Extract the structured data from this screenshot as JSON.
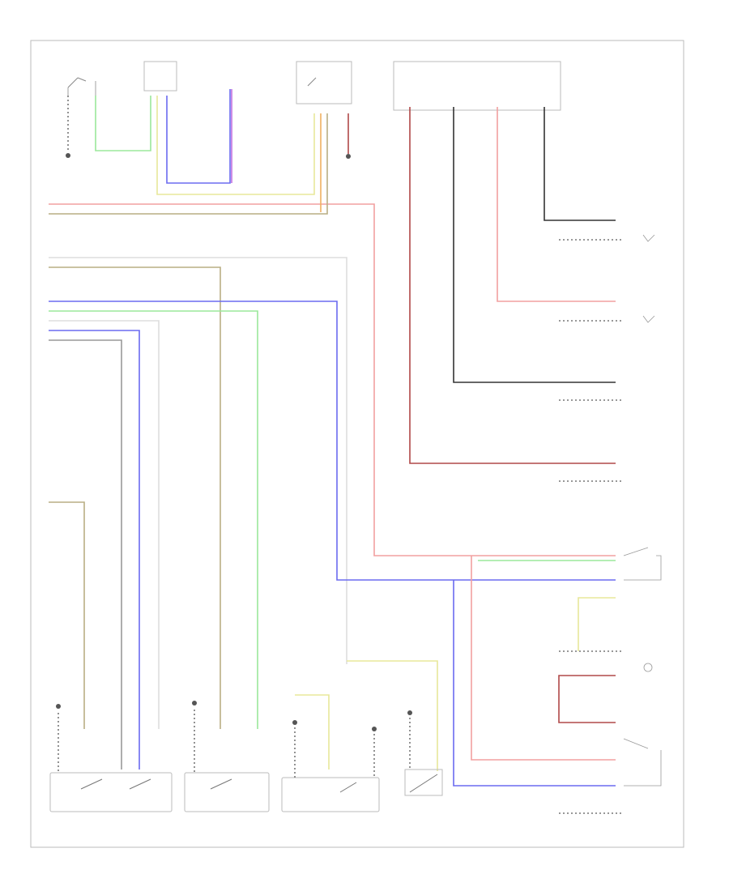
{
  "diagram": {
    "footer_id": "",
    "colors": {
      "red": "#f2a0a0",
      "dark_red": "#b04848",
      "green": "#9be89b",
      "yellow": "#e8e89a",
      "blue": "#6b6bf0",
      "purple": "#c070e0",
      "black": "#333333",
      "gray": "#999999",
      "orange": "#f0b060",
      "tan": "#b9ae84",
      "frame": "#bbbbbb"
    },
    "components": [
      {
        "id": "seat-heater-switch",
        "icon": "switch-icon"
      },
      {
        "id": "fuse-block",
        "icon": "fuse-icon"
      },
      {
        "id": "ground-point-1",
        "icon": "ground-icon"
      },
      {
        "id": "power-relay",
        "icon": "relay-icon"
      },
      {
        "id": "terminal-block",
        "icon": "connector-icon"
      },
      {
        "id": "right-rear-motor",
        "icon": "motor-icon"
      },
      {
        "id": "left-rear-motor",
        "icon": "motor-icon"
      },
      {
        "id": "passenger-motor",
        "icon": "motor-icon"
      },
      {
        "id": "driver-motor",
        "icon": "motor-icon"
      },
      {
        "id": "seat-switch-1",
        "icon": "switch-icon"
      },
      {
        "id": "seat-switch-2",
        "icon": "switch-icon"
      },
      {
        "id": "seat-switch-3",
        "icon": "switch-icon"
      },
      {
        "id": "seat-switch-4",
        "icon": "switch-icon"
      },
      {
        "id": "control-module",
        "icon": "module-icon"
      },
      {
        "id": "bottom-right-switch",
        "icon": "switch-icon"
      }
    ]
  }
}
